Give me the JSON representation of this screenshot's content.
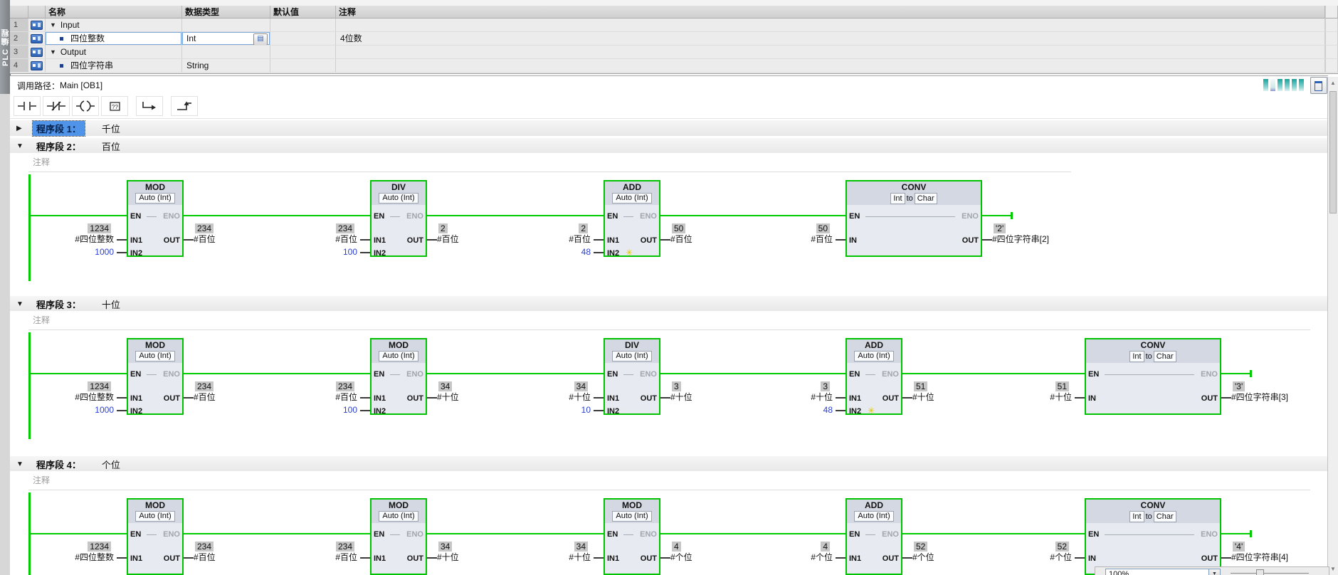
{
  "side_tab": {
    "label": "PLC 编程"
  },
  "interface_table": {
    "col_headers": [
      "名称",
      "数据类型",
      "默认值",
      "注释"
    ],
    "rows": [
      {
        "num": "1",
        "kind": "group",
        "name": "Input",
        "data_type": "",
        "default_value": "",
        "comment": ""
      },
      {
        "num": "2",
        "kind": "var",
        "name": "四位整数",
        "data_type": "Int",
        "default_value": "",
        "comment": "4位数",
        "selected": true
      },
      {
        "num": "3",
        "kind": "group",
        "name": "Output",
        "data_type": "",
        "default_value": "",
        "comment": ""
      },
      {
        "num": "4",
        "kind": "var",
        "name": "四位字符串",
        "data_type": "String",
        "default_value": "",
        "comment": ""
      }
    ]
  },
  "call_path": {
    "label": "调用路径：",
    "value": "Main [OB1]"
  },
  "lad_toolbar": {
    "icons": [
      "normally-open-contact",
      "normally-closed-contact",
      "coil",
      "empty-box",
      "open-branch",
      "close-branch"
    ]
  },
  "networks": [
    {
      "label": "程序段 1：",
      "title": "千位",
      "collapsed": true,
      "selected": true
    },
    {
      "label": "程序段 2：",
      "title": "百位",
      "collapsed": false,
      "comment": "注释",
      "blocks": [
        {
          "type": "MOD",
          "subtitle": "Auto (Int)",
          "inputs": [
            {
              "pin": "IN1",
              "operand": "#四位整数",
              "value": "1234"
            },
            {
              "pin": "IN2",
              "operand": "1000",
              "constant": true
            }
          ],
          "outputs": [
            {
              "pin": "OUT",
              "operand": "#百位",
              "value": "234"
            }
          ]
        },
        {
          "type": "DIV",
          "subtitle": "Auto (Int)",
          "inputs": [
            {
              "pin": "IN1",
              "operand": "#百位",
              "value": "234"
            },
            {
              "pin": "IN2",
              "operand": "100",
              "constant": true
            }
          ],
          "outputs": [
            {
              "pin": "OUT",
              "operand": "#百位",
              "value": "2"
            }
          ]
        },
        {
          "type": "ADD",
          "subtitle": "Auto (Int)",
          "star": true,
          "inputs": [
            {
              "pin": "IN1",
              "operand": "#百位",
              "value": "2"
            },
            {
              "pin": "IN2",
              "operand": "48",
              "constant": true
            }
          ],
          "outputs": [
            {
              "pin": "OUT",
              "operand": "#百位",
              "value": "50"
            }
          ]
        },
        {
          "type": "CONV",
          "subtitle_parts": [
            "Int",
            "to",
            "Char"
          ],
          "inputs": [
            {
              "pin": "IN",
              "operand": "#百位",
              "value": "50"
            }
          ],
          "outputs": [
            {
              "pin": "OUT",
              "operand": "#四位字符串[2]",
              "value": "'2'"
            }
          ]
        }
      ]
    },
    {
      "label": "程序段 3：",
      "title": "十位",
      "collapsed": false,
      "comment": "注释",
      "blocks": [
        {
          "type": "MOD",
          "subtitle": "Auto (Int)",
          "inputs": [
            {
              "pin": "IN1",
              "operand": "#四位整数",
              "value": "1234"
            },
            {
              "pin": "IN2",
              "operand": "1000",
              "constant": true
            }
          ],
          "outputs": [
            {
              "pin": "OUT",
              "operand": "#百位",
              "value": "234"
            }
          ]
        },
        {
          "type": "MOD",
          "subtitle": "Auto (Int)",
          "inputs": [
            {
              "pin": "IN1",
              "operand": "#百位",
              "value": "234"
            },
            {
              "pin": "IN2",
              "operand": "100",
              "constant": true
            }
          ],
          "outputs": [
            {
              "pin": "OUT",
              "operand": "#十位",
              "value": "34"
            }
          ]
        },
        {
          "type": "DIV",
          "subtitle": "Auto (Int)",
          "inputs": [
            {
              "pin": "IN1",
              "operand": "#十位",
              "value": "34"
            },
            {
              "pin": "IN2",
              "operand": "10",
              "constant": true
            }
          ],
          "outputs": [
            {
              "pin": "OUT",
              "operand": "#十位",
              "value": "3"
            }
          ]
        },
        {
          "type": "ADD",
          "subtitle": "Auto (Int)",
          "star": true,
          "inputs": [
            {
              "pin": "IN1",
              "operand": "#十位",
              "value": "3"
            },
            {
              "pin": "IN2",
              "operand": "48",
              "constant": true
            }
          ],
          "outputs": [
            {
              "pin": "OUT",
              "operand": "#十位",
              "value": "51"
            }
          ]
        },
        {
          "type": "CONV",
          "subtitle_parts": [
            "Int",
            "to",
            "Char"
          ],
          "inputs": [
            {
              "pin": "IN",
              "operand": "#十位",
              "value": "51"
            }
          ],
          "outputs": [
            {
              "pin": "OUT",
              "operand": "#四位字符串[3]",
              "value": "'3'"
            }
          ]
        }
      ]
    },
    {
      "label": "程序段 4：",
      "title": "个位",
      "collapsed": false,
      "comment": "注释",
      "blocks": [
        {
          "type": "MOD",
          "subtitle": "Auto (Int)",
          "inputs": [
            {
              "pin": "IN1",
              "operand": "#四位整数",
              "value": "1234"
            }
          ],
          "outputs": [
            {
              "pin": "OUT",
              "operand": "#百位",
              "value": "234"
            }
          ]
        },
        {
          "type": "MOD",
          "subtitle": "Auto (Int)",
          "inputs": [
            {
              "pin": "IN1",
              "operand": "#百位",
              "value": "234"
            }
          ],
          "outputs": [
            {
              "pin": "OUT",
              "operand": "#十位",
              "value": "34"
            }
          ]
        },
        {
          "type": "MOD",
          "subtitle": "Auto (Int)",
          "inputs": [
            {
              "pin": "IN1",
              "operand": "#十位",
              "value": "34"
            }
          ],
          "outputs": [
            {
              "pin": "OUT",
              "operand": "#个位",
              "value": "4"
            }
          ]
        },
        {
          "type": "ADD",
          "subtitle": "Auto (Int)",
          "inputs": [
            {
              "pin": "IN1",
              "operand": "#个位",
              "value": "4"
            }
          ],
          "outputs": [
            {
              "pin": "OUT",
              "operand": "#个位",
              "value": "52"
            }
          ]
        },
        {
          "type": "CONV",
          "subtitle_parts": [
            "Int",
            "to",
            "Char"
          ],
          "inputs": [
            {
              "pin": "IN",
              "operand": "#个位",
              "value": "52"
            }
          ],
          "outputs": [
            {
              "pin": "OUT",
              "operand": "#四位字符串[4]",
              "value": "'4'"
            }
          ]
        }
      ]
    }
  ],
  "status_bar": {
    "zoom_value": "100%"
  },
  "colors": {
    "power_green": "#00cc00",
    "block_border_green": "#00c300",
    "block_fill": "#e8eaf1",
    "monitor_bg": "#c6c6c6",
    "constant_blue": "#2b3fd0",
    "selection_blue": "#4f94e8"
  }
}
